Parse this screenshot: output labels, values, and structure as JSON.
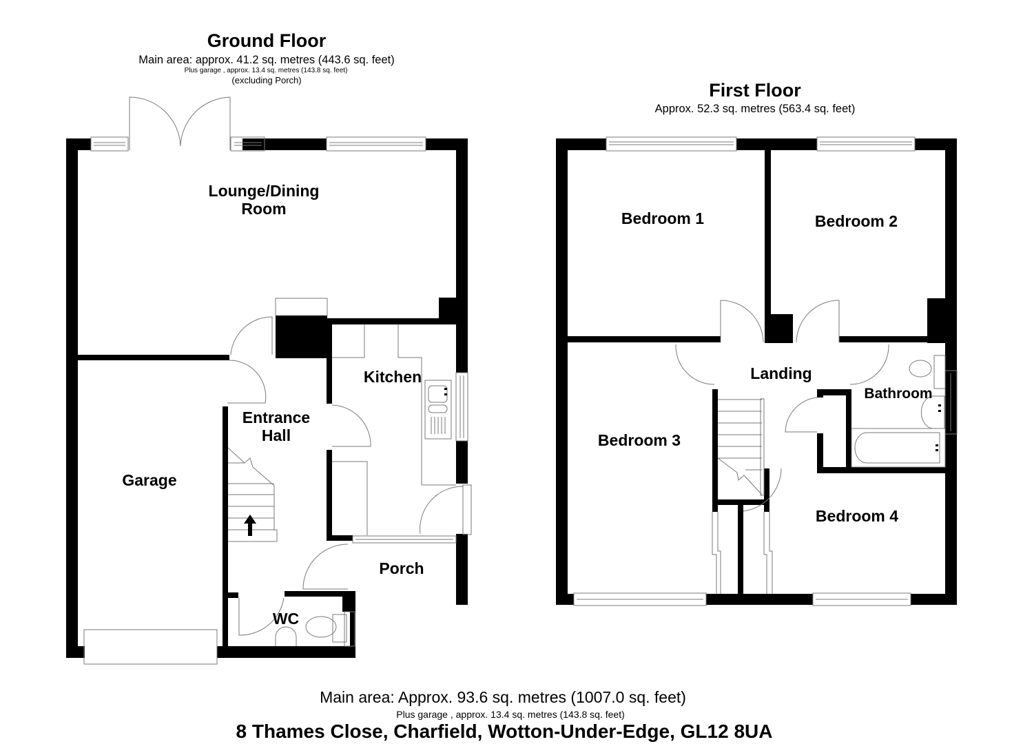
{
  "ground_floor": {
    "title": "Ground Floor",
    "area_main": "Main area: approx. 41.2 sq. metres (443.6 sq. feet)",
    "area_garage": "Plus garage , approx. 13.4 sq. metres (143.8 sq. feet)",
    "note": "(excluding Porch)",
    "rooms": {
      "lounge_line1": "Lounge/Dining",
      "lounge_line2": "Room",
      "kitchen": "Kitchen",
      "hall_line1": "Entrance",
      "hall_line2": "Hall",
      "garage": "Garage",
      "porch": "Porch",
      "wc": "WC"
    }
  },
  "first_floor": {
    "title": "First Floor",
    "area": "Approx. 52.3 sq. metres (563.4 sq. feet)",
    "rooms": {
      "bedroom1": "Bedroom 1",
      "bedroom2": "Bedroom 2",
      "bedroom3": "Bedroom 3",
      "bedroom4": "Bedroom 4",
      "landing": "Landing",
      "bathroom": "Bathroom"
    }
  },
  "footer": {
    "total_area": "Main area: Approx. 93.6 sq. metres (1007.0 sq. feet)",
    "garage_area": "Plus garage , approx. 13.4 sq. metres (143.8 sq. feet)",
    "address": "8 Thames Close, Charfield, Wotton-Under-Edge, GL12 8UA"
  },
  "colors": {
    "wall": "#000000",
    "fixture_line": "#7a7a7a",
    "background": "#ffffff"
  },
  "icons": {
    "stairs_arrow": "up-arrow"
  }
}
